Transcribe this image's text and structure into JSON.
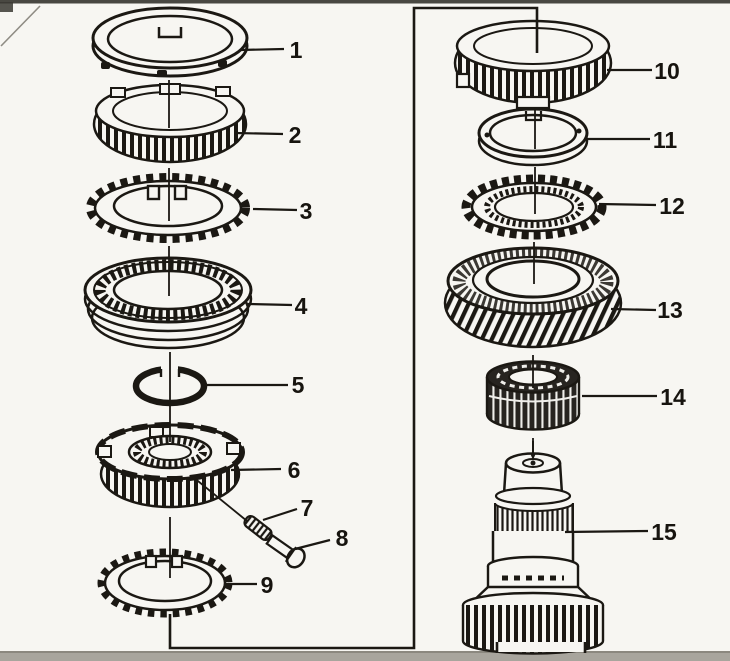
{
  "colors": {
    "paper": "#f7f6f2",
    "ink": "#1b1813",
    "scan_top_line": "#3a3833",
    "scan_bottom_band": "#a8a59d"
  },
  "callouts": [
    {
      "label": "1"
    },
    {
      "label": "2"
    },
    {
      "label": "3"
    },
    {
      "label": "4"
    },
    {
      "label": "5"
    },
    {
      "label": "6"
    },
    {
      "label": "7"
    },
    {
      "label": "8"
    },
    {
      "label": "9"
    },
    {
      "label": "10"
    },
    {
      "label": "11"
    },
    {
      "label": "12"
    },
    {
      "label": "13"
    },
    {
      "label": "14"
    },
    {
      "label": "15"
    }
  ]
}
